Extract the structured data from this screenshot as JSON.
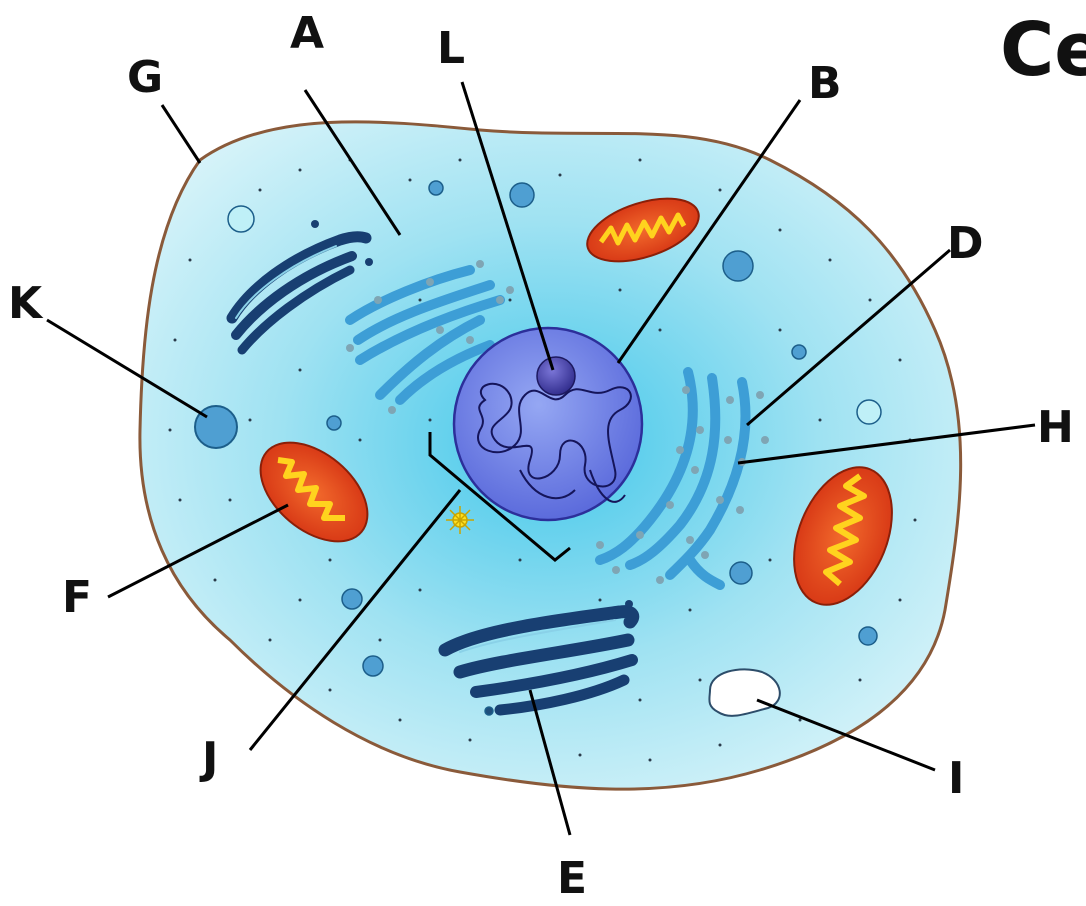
{
  "title": "Ce",
  "labels": {
    "A": "A",
    "B": "B",
    "D": "D",
    "E": "E",
    "F": "F",
    "G": "G",
    "H": "H",
    "I": "I",
    "J": "J",
    "K": "K",
    "L": "L"
  },
  "colors": {
    "cytoplasm": "#a6e6f2",
    "membrane": "#8a5a3a",
    "nucleus": "#6f79e0",
    "mitochondria": "#e0401a",
    "mito_inner": "#ffd31e",
    "golgi": "#183f72",
    "er": "#3d9ed6"
  }
}
